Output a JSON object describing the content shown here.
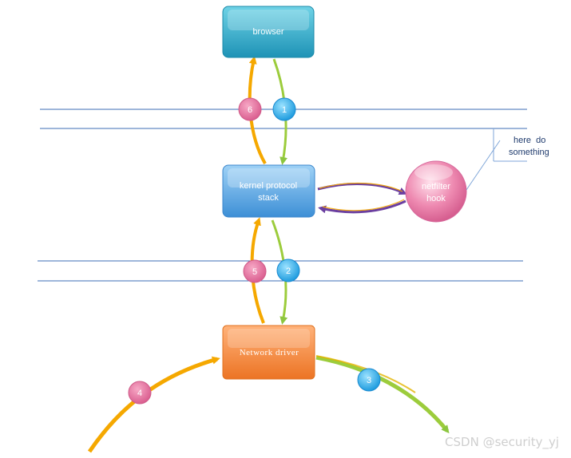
{
  "nodes": {
    "browser": {
      "label": "browser"
    },
    "kernel": {
      "line1": "kernel protocol",
      "line2": "stack"
    },
    "netfilter": {
      "line1": "netfilter",
      "line2": "hook"
    },
    "driver": {
      "label": "Network driver"
    }
  },
  "badges": [
    "1",
    "2",
    "3",
    "4",
    "5",
    "6"
  ],
  "note": {
    "line1": "here  do",
    "line2": "something"
  },
  "watermark": "CSDN @security_yj",
  "colors": {
    "blue_box": "#2aa6c4",
    "kernel_box": "#5aa9e6",
    "driver_box": "#f0883a",
    "pink": "#e46a9a",
    "cyan": "#22a6e6",
    "orange_arrow": "#f5a800",
    "green_arrow": "#8cc63f",
    "purple_arrow": "#6b3fa0",
    "boundary_line": "#3d6db5"
  }
}
